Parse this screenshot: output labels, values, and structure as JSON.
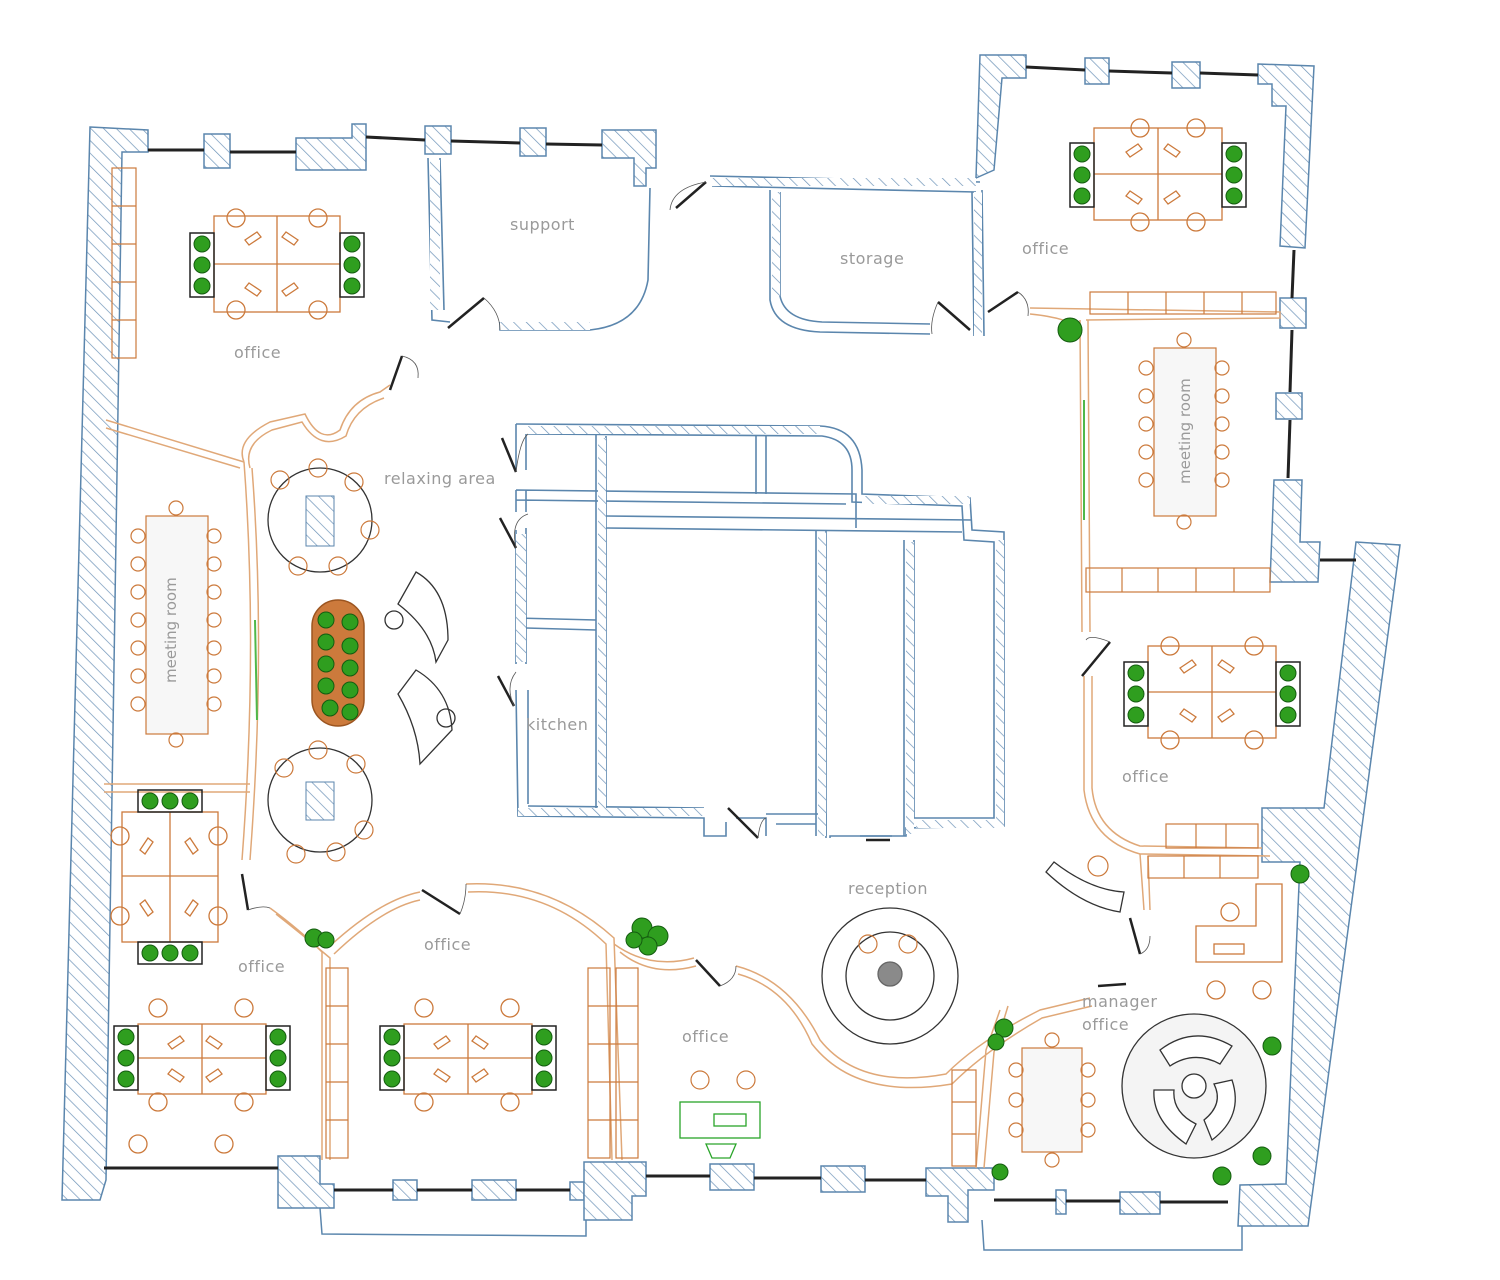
{
  "labels": {
    "office_nw": "office",
    "support": "support",
    "storage": "storage",
    "office_ne": "office",
    "relaxing": "relaxing area",
    "meeting_w": "meeting room",
    "meeting_e": "meeting room",
    "kitchen": "kitchen",
    "office_e": "office",
    "office_sw": "office",
    "office_sc": "office",
    "reception": "reception",
    "office_s": "office",
    "manager_1": "manager",
    "manager_2": "office"
  },
  "colors": {
    "wall_stroke": "#5b86ad",
    "hatch": "#6d93b8",
    "furniture": "#cc7a3c",
    "partition": "#e0a878",
    "plant": "#2f9e1f",
    "plant_dark": "#145c10",
    "glass": "#4fb84a",
    "window": "#222222",
    "table_fill": "#f7f7f7",
    "label": "#9a9a9a",
    "line": "#333333",
    "gray_dot": "#8a8a8a",
    "desk_green": "#2aa52a"
  }
}
